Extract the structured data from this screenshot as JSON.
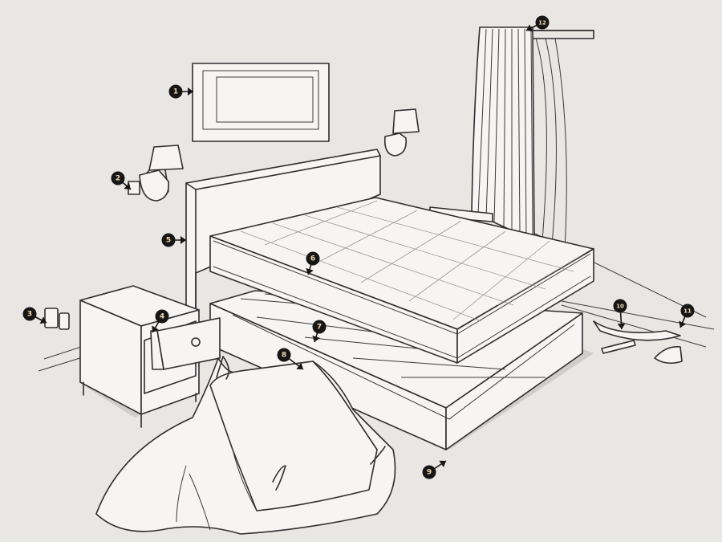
{
  "colors": {
    "background": "#e9e7e4",
    "line": "#2e2e2e",
    "badge_fill": "#161616",
    "badge_text": "#f2d8b0"
  },
  "callouts": [
    {
      "label": "1",
      "icon": "picture-frame-icon"
    },
    {
      "label": "2",
      "icon": "wall-outlet-icon"
    },
    {
      "label": "3",
      "icon": "power-outlet-icon"
    },
    {
      "label": "4",
      "icon": "drawer-icon"
    },
    {
      "label": "5",
      "icon": "headboard-icon"
    },
    {
      "label": "6",
      "icon": "mattress-seam-icon"
    },
    {
      "label": "7",
      "icon": "box-spring-icon"
    },
    {
      "label": "8",
      "icon": "mattress-corner-icon"
    },
    {
      "label": "9",
      "icon": "bed-caster-icon"
    },
    {
      "label": "10",
      "icon": "carpet-edge-icon"
    },
    {
      "label": "11",
      "icon": "baseboard-icon"
    },
    {
      "label": "12",
      "icon": "curtain-rod-icon"
    }
  ]
}
